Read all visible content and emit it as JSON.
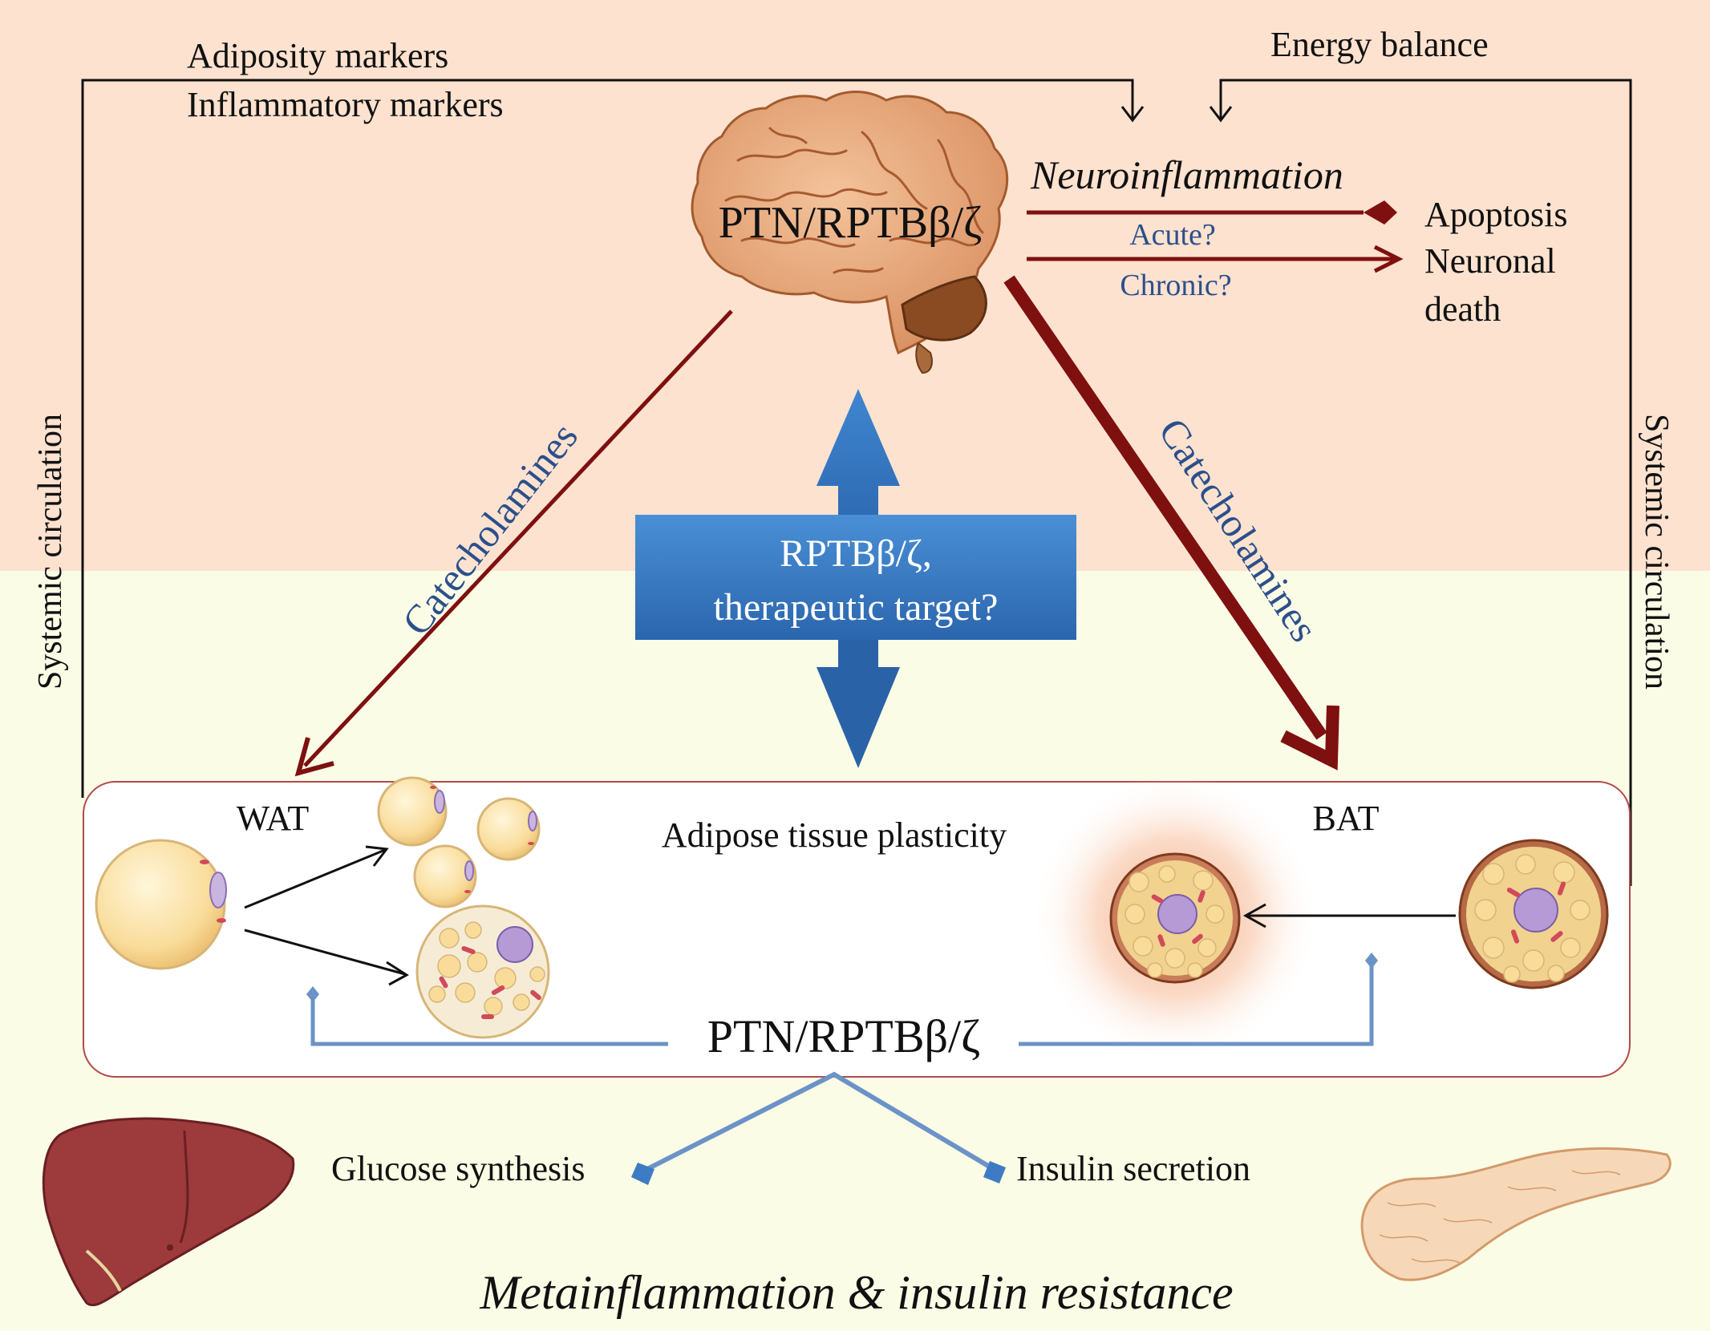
{
  "labels": {
    "adiposity_markers": "Adiposity  markers",
    "inflammatory_markers": "Inflammatory  markers",
    "energy_balance": "Energy  balance",
    "neuroinflammation": "Neuroinflammation",
    "acute": "Acute?",
    "chronic": "Chronic?",
    "apoptosis": "Apoptosis",
    "neuronal": "Neuronal",
    "death": "death",
    "brain_label": "PTN/RPTBβ/ζ",
    "systemic_left": "Systemic  circulation",
    "systemic_right": "Systemic  circulation",
    "catecholamines_left": "Catecholamines",
    "catecholamines_right": "Catecholamines",
    "target_line1": "RPTBβ/ζ,",
    "target_line2": "therapeutic  target?",
    "wat": "WAT",
    "bat": "BAT",
    "plasticity": "Adipose  tissue  plasticity",
    "ptn_center": "PTN/RPTBβ/ζ",
    "glucose": "Glucose  synthesis",
    "insulin": "Insulin  secretion",
    "bottom_title": "Metainflammation & insulin resistance"
  },
  "colors": {
    "top_band": "#fde2cf",
    "bottom_band": "#fbfce6",
    "dark_red": "#7f1010",
    "blue_text": "#2c4f8c",
    "blue_line": "#6b93c7",
    "blue_arrow": "#3d7cc4",
    "liver": "#9c3a3c",
    "pancreas": "#f2c9a4"
  },
  "icons": [
    "brain-icon",
    "liver-icon",
    "pancreas-icon",
    "fat-cell-icon",
    "brown-fat-cell-icon"
  ]
}
